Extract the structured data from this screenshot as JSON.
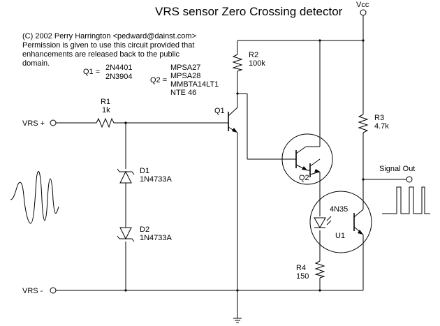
{
  "title": "VRS sensor Zero Crossing detector",
  "notice": [
    "(C) 2002 Perry Harrington <pedward@dainst.com>",
    "Permission is given to use this circuit provided that",
    "enhancements are released back to the public",
    "domain."
  ],
  "q1_spec": {
    "label": "Q1 =",
    "parts": [
      "2N4401",
      "2N3904"
    ]
  },
  "q2_spec": {
    "label": "Q2 =",
    "parts": [
      "MPSA27",
      "MPSA28",
      "MMBTA14LT1",
      "NTE 46"
    ]
  },
  "labels": {
    "vcc": "Vcc",
    "vrs_plus": "VRS +",
    "vrs_minus": "VRS -",
    "signal_out": "Signal Out"
  },
  "components": {
    "r1": {
      "ref": "R1",
      "value": "1k"
    },
    "r2": {
      "ref": "R2",
      "value": "100k"
    },
    "r3": {
      "ref": "R3",
      "value": "4.7k"
    },
    "r4": {
      "ref": "R4",
      "value": "150"
    },
    "d1": {
      "ref": "D1",
      "value": "1N4733A"
    },
    "d2": {
      "ref": "D2",
      "value": "1N4733A"
    },
    "q1": {
      "ref": "Q1"
    },
    "q2": {
      "ref": "Q2"
    },
    "u1": {
      "ref": "U1",
      "part": "4N35"
    }
  }
}
